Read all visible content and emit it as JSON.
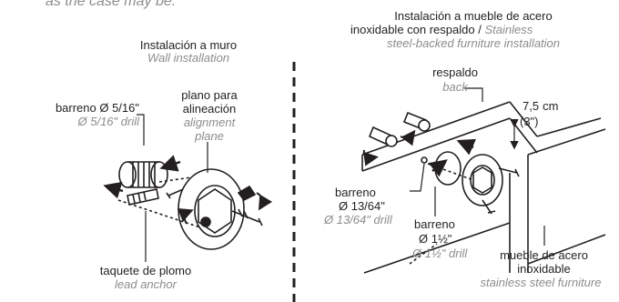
{
  "top_fragment": "as the case may be.",
  "wall": {
    "title_es": "Instalación a muro",
    "title_en": "Wall installation",
    "drill_es": "barreno Ø 5/16\"",
    "drill_en": "Ø 5/16\" drill",
    "plane_es_1": "plano para",
    "plane_es_2": "alineación",
    "plane_en_1": "alignment",
    "plane_en_2": "plane",
    "anchor_es": "taquete de plomo",
    "anchor_en": "lead anchor"
  },
  "furniture": {
    "title_es_1": "Instalación a mueble de acero",
    "title_es_2": "inoxidable con respaldo /",
    "title_en_2": "Stainless",
    "title_en_3": "steel-backed furniture installation",
    "back_es": "respaldo",
    "back_en": "back",
    "dim_value": "7,5",
    "dim_unit": "cm",
    "dim_in": "(3\")",
    "drill1_es_1": "barreno",
    "drill1_es_2": "Ø 13/64\"",
    "drill1_en": "Ø 13/64\" drill",
    "drill2_es_1": "barreno",
    "drill2_es_2": "Ø 1½\"",
    "drill2_en": "Ø 1½\" drill",
    "cabinet_es_1": "mueble de acero",
    "cabinet_es_2": "inoxidable",
    "cabinet_en": "stainless steel furniture"
  }
}
